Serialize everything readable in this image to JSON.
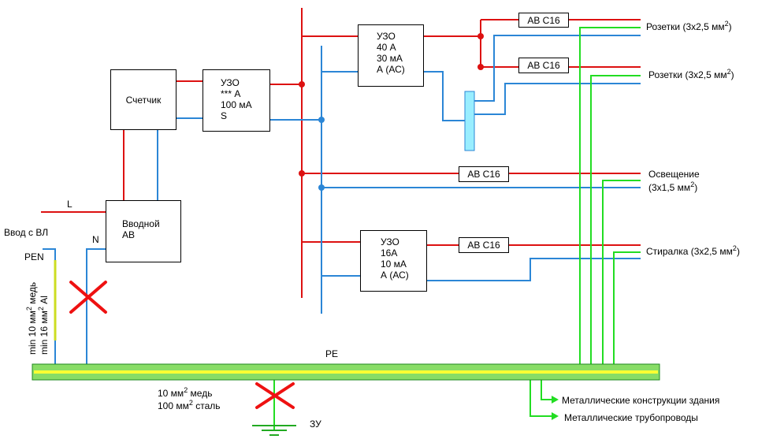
{
  "colors": {
    "phase": "#dd1111",
    "neutral": "#2b86d6",
    "pe": "#22dd22",
    "pe_bar_fill": "#88dd66",
    "pe_bar_stripe": "#ffff33",
    "busbar_fill": "#99eeff",
    "cross": "#ee1111",
    "bond_line": "#22dd22",
    "ground_line": "#22aa22"
  },
  "icons": {
    "cross_marks": "x-mark-icon",
    "ground": "ground-icon",
    "arrows": "arrow-right-icon"
  },
  "labels": {
    "input_line": "Ввод с ВЛ",
    "pen": "PEN",
    "l": "L",
    "n": "N",
    "pe": "PE",
    "pen_section": {
      "line1_pre": "min 10 мм",
      "line1_sup": "2",
      "line1_post": " медь",
      "line2_pre": "min 16 мм",
      "line2_sup": "2",
      "line2_post": " Al"
    },
    "ground_conductor": {
      "line1_pre": "10 мм",
      "line1_sup": "2",
      "line1_post": " медь",
      "line2_pre": "100 мм",
      "line2_sup": "2",
      "line2_post": " сталь"
    },
    "zu": "ЗУ",
    "metal_structures": "Металлические конструкции здания",
    "metal_pipes": "Металлические трубопроводы"
  },
  "boxes": {
    "meter": "Счетчик",
    "input_breaker": [
      "Вводной",
      "АВ"
    ],
    "rcd_main": [
      "УЗО",
      "*** А",
      "100 мА",
      "S"
    ],
    "rcd_sockets": [
      "УЗО",
      "40 А",
      "30 мА",
      "А (АС)"
    ],
    "rcd_washer": [
      "УЗО",
      "16А",
      "10 мА",
      "А (АС)"
    ]
  },
  "breakers": {
    "sockets_1": "АВ С16",
    "sockets_2": "АВ С16",
    "lighting": "АВ С16",
    "washer": "АВ С16"
  },
  "loads": {
    "sockets_1": {
      "pre": "Розетки (3х2,5 мм",
      "sup": "2",
      "post": ")"
    },
    "sockets_2": {
      "pre": "Розетки (3х2,5 мм",
      "sup": "2",
      "post": ")"
    },
    "lighting_title": "Освещение",
    "lighting_spec": {
      "pre": "(3х1,5 мм",
      "sup": "2",
      "post": ")"
    },
    "washer": {
      "pre": "Стиралка (3х2,5 мм",
      "sup": "2",
      "post": ")"
    }
  }
}
